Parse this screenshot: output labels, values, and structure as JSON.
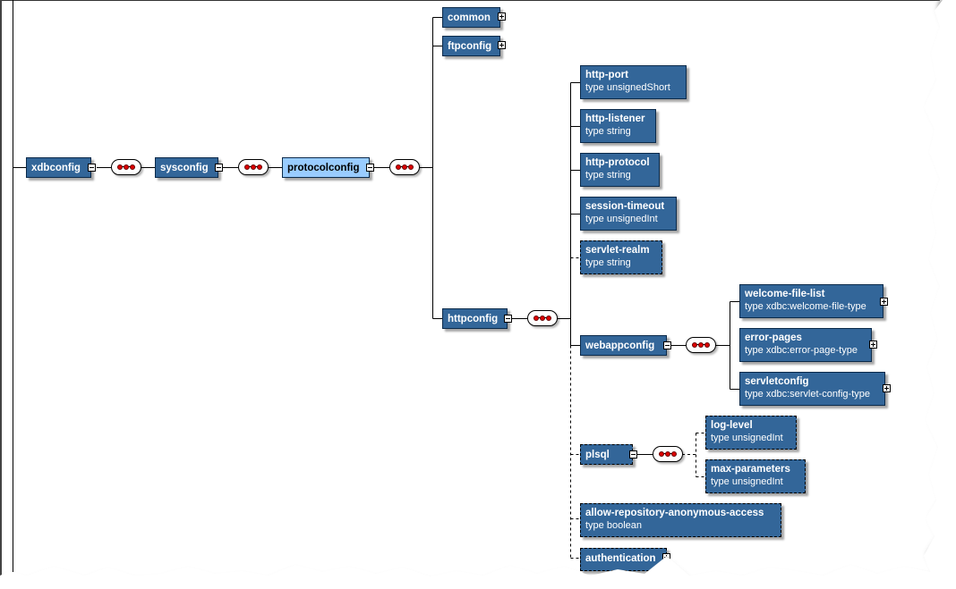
{
  "diagram": {
    "title": "xdbconfig schema tree",
    "colors": {
      "node_fill": "#336699",
      "node_selected_fill": "#99ccff",
      "node_text": "#ffffff",
      "sequence_dot": "#dd0000",
      "line": "#000000"
    },
    "nodes": {
      "xdbconfig": {
        "name": "xdbconfig",
        "toggle": "collapse"
      },
      "sysconfig": {
        "name": "sysconfig",
        "toggle": "collapse"
      },
      "protocolconfig": {
        "name": "protocolconfig",
        "toggle": "collapse",
        "selected": true
      },
      "common": {
        "name": "common",
        "toggle": "expand"
      },
      "ftpconfig": {
        "name": "ftpconfig",
        "toggle": "expand"
      },
      "httpconfig": {
        "name": "httpconfig",
        "toggle": "collapse"
      },
      "http_port": {
        "name": "http-port",
        "type": "type  unsignedShort"
      },
      "http_listener": {
        "name": "http-listener",
        "type": "type  string"
      },
      "http_protocol": {
        "name": "http-protocol",
        "type": "type  string"
      },
      "session_timeout": {
        "name": "session-timeout",
        "type": "type  unsignedInt"
      },
      "servlet_realm": {
        "name": "servlet-realm",
        "type": "type  string",
        "optional": true
      },
      "webappconfig": {
        "name": "webappconfig",
        "toggle": "collapse"
      },
      "welcome_file_list": {
        "name": "welcome-file-list",
        "type": "type  xdbc:welcome-file-type",
        "toggle": "expand"
      },
      "error_pages": {
        "name": "error-pages",
        "type": "type  xdbc:error-page-type",
        "toggle": "expand"
      },
      "servletconfig": {
        "name": "servletconfig",
        "type": "type  xdbc:servlet-config-type",
        "toggle": "expand"
      },
      "plsql": {
        "name": "plsql",
        "toggle": "collapse",
        "optional": true
      },
      "log_level": {
        "name": "log-level",
        "type": "type  unsignedInt",
        "optional": true
      },
      "max_parameters": {
        "name": "max-parameters",
        "type": "type  unsignedInt",
        "optional": true
      },
      "allow_repository_anonymous_access": {
        "name": "allow-repository-anonymous-access",
        "type": "type  boolean",
        "optional": true
      },
      "authentication": {
        "name": "authentication",
        "toggle": "expand",
        "optional": true
      }
    },
    "compositors": [
      "sequence",
      "sequence",
      "sequence",
      "sequence",
      "sequence",
      "sequence"
    ]
  }
}
